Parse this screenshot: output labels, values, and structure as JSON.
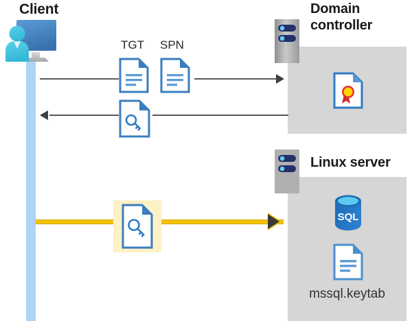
{
  "diagram": {
    "title_client": "Client",
    "title_domain_controller": "Domain\ncontroller",
    "title_domain_controller_line1": "Domain",
    "title_domain_controller_line2": "controller",
    "title_linux_server": "Linux server",
    "labels": {
      "tgt": "TGT",
      "spn": "SPN",
      "keytab_file": "mssql.keytab"
    },
    "icons": {
      "client": "user-monitor-icon",
      "dc_rack": "server-rack-icon",
      "linux_rack": "server-rack-icon",
      "tgt_doc": "document-icon",
      "spn_doc": "document-icon",
      "key_doc_reply": "document-key-icon",
      "key_doc_request": "document-key-icon",
      "certificate": "certificate-document-icon",
      "sql_database": "sql-database-icon",
      "keytab_doc": "document-icon"
    },
    "flows": [
      {
        "id": "request-tgt-spn",
        "direction": "right",
        "color": "#595959",
        "style": "solid"
      },
      {
        "id": "receive-service-ticket",
        "direction": "left",
        "color": "#595959",
        "style": "solid"
      },
      {
        "id": "present-ticket-to-linux",
        "direction": "right",
        "color": "#f2c300",
        "style": "highlighted"
      }
    ],
    "colors": {
      "panel_gray": "#d6d6d6",
      "lifeline_blue": "#aed4f5",
      "accent_yellow": "#f2c300",
      "highlight_yellow": "#fdf1c6",
      "doc_blue": "#3a7ebf",
      "sql_blue": "#1f68b0",
      "arrow_gray": "#595959",
      "text_dark": "#1a1a1a"
    },
    "sql_label": "SQL"
  }
}
